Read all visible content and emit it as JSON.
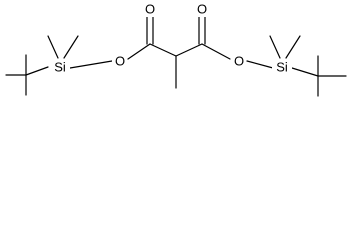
{
  "molecule": {
    "atoms": {
      "si_left": "Si",
      "si_right": "Si",
      "o_ester_left": "O",
      "o_ester_right": "O",
      "o_carbonyl_left": "O",
      "o_carbonyl_right": "O"
    },
    "colors": {
      "bond": "#000000",
      "label": "#000000",
      "background": "#ffffff"
    }
  }
}
